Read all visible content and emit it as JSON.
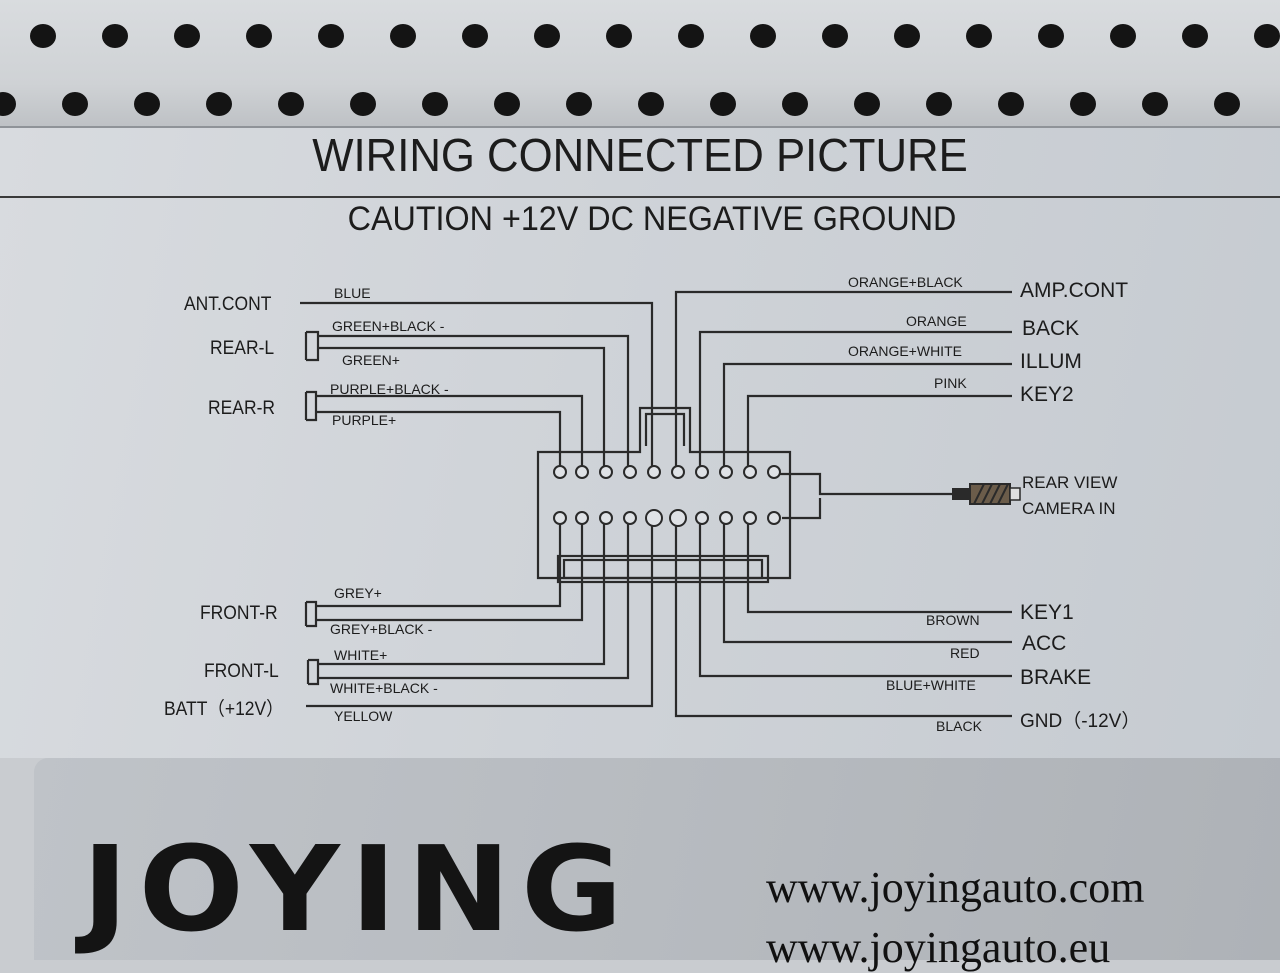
{
  "header": {
    "title": "WIRING CONNECTED PICTURE",
    "caution": "CAUTION  +12V DC  NEGATIVE GROUND"
  },
  "left_labels": {
    "ant_cont": "ANT.CONT",
    "rear_l": "REAR-L",
    "rear_r": "REAR-R",
    "front_r": "FRONT-R",
    "front_l": "FRONT-L",
    "batt": "BATT（+12V）"
  },
  "left_wires": {
    "blue": "BLUE",
    "green_black": "GREEN+BLACK -",
    "green": "GREEN+",
    "purple_black": "PURPLE+BLACK -",
    "purple": "PURPLE+",
    "grey": "GREY+",
    "grey_black": "GREY+BLACK -",
    "white": "WHITE+",
    "white_black": "WHITE+BLACK -",
    "yellow": "YELLOW"
  },
  "right_labels": {
    "amp_cont": "AMP.CONT",
    "back": "BACK",
    "illum": "ILLUM",
    "key2": "KEY2",
    "rear_view": "REAR VIEW",
    "camera_in": "CAMERA IN",
    "key1": "KEY1",
    "acc": "ACC",
    "brake": "BRAKE",
    "gnd": "GND（-12V）"
  },
  "right_wires": {
    "orange_black": "ORANGE+BLACK",
    "orange": "ORANGE",
    "orange_white": "ORANGE+WHITE",
    "pink": "PINK",
    "brown": "BROWN",
    "red": "RED",
    "blue_white": "BLUE+WHITE",
    "black": "BLACK"
  },
  "brand": {
    "logo": "JOYING",
    "url_1": "www.joyingauto.com",
    "url_2": "www.joyingauto.eu"
  }
}
